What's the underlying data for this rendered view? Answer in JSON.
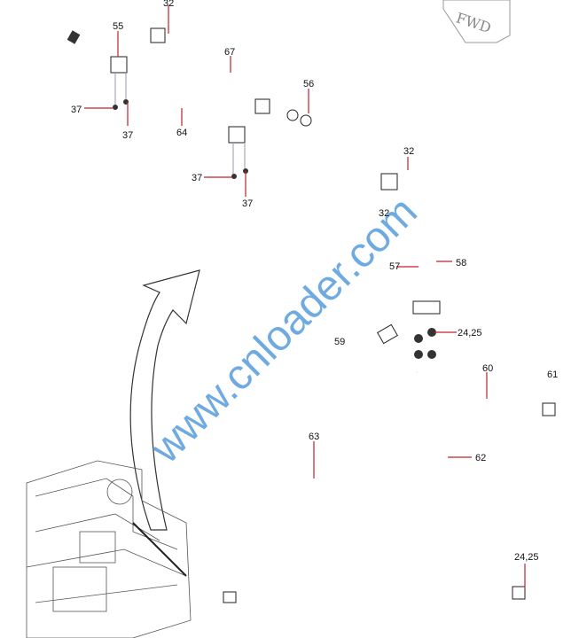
{
  "diagram": {
    "direction_marker": "FWD",
    "watermark": "www.cnloader.com",
    "labels": {
      "p32_top": "32",
      "p55": "55",
      "p67": "67",
      "p56": "56",
      "p37_a": "37",
      "p37_b": "37",
      "p64": "64",
      "p37_c": "37",
      "p37_d": "37",
      "p32_mid": "32",
      "p32_low": "32",
      "p57": "57",
      "p58": "58",
      "p24_25_top": "24,25",
      "p59": "59",
      "p60": "60",
      "p61": "61",
      "p63": "63",
      "p62": "62",
      "p24_25_bottom": "24,25"
    },
    "colors": {
      "leader": "#c0202a",
      "watermark": "#3f8fd6"
    }
  }
}
